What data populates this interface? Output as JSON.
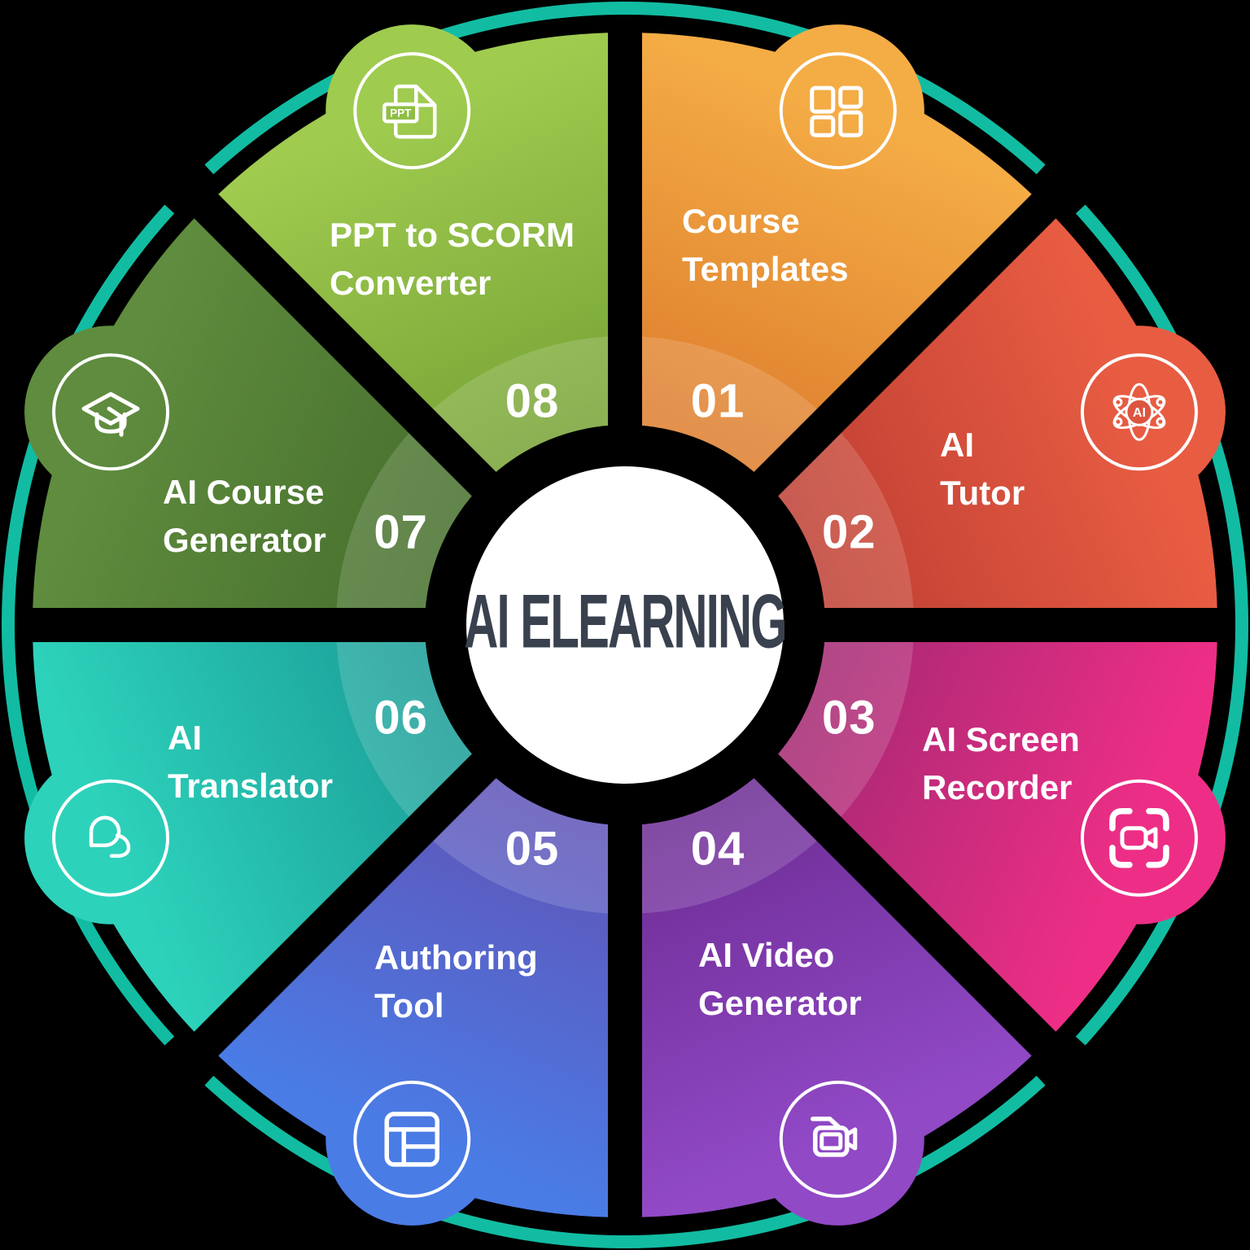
{
  "title": "AI ELEARNING",
  "colors": {
    "background": "#000000",
    "ring": "#12BCA2",
    "center_circle": "#FFFFFF",
    "title_text": "#3A414E",
    "label_text": "#FFFFFF",
    "number_text": "#FFFFFF",
    "icon_stroke": "#FFFFFF"
  },
  "segments": [
    {
      "number": "01",
      "label_line1": "Course",
      "label_line2": "Templates",
      "icon": "grid-icon",
      "color_outer": "#F4AC45",
      "color_inner": "#DE7E2E"
    },
    {
      "number": "02",
      "label_line1": "AI",
      "label_line2": "Tutor",
      "icon": "ai-atom-icon",
      "color_outer": "#E85C42",
      "color_inner": "#C04034"
    },
    {
      "number": "03",
      "label_line1": "AI Screen",
      "label_line2": "Recorder",
      "icon": "screen-recorder-icon",
      "color_outer": "#EE2E86",
      "color_inner": "#A62973"
    },
    {
      "number": "04",
      "label_line1": "AI Video",
      "label_line2": "Generator",
      "icon": "video-camera-icon",
      "color_outer": "#9149C6",
      "color_inner": "#6E2D95"
    },
    {
      "number": "05",
      "label_line1": "Authoring",
      "label_line2": "Tool",
      "icon": "layout-icon",
      "color_outer": "#4A7CE6",
      "color_inner": "#5F55B8"
    },
    {
      "number": "06",
      "label_line1": "AI",
      "label_line2": "Translator",
      "icon": "chat-bubbles-icon",
      "color_outer": "#2DD2BB",
      "color_inner": "#1B9E98"
    },
    {
      "number": "07",
      "label_line1": "AI Course",
      "label_line2": "Generator",
      "icon": "graduation-cap-icon",
      "color_outer": "#5F8C3E",
      "color_inner": "#47702D"
    },
    {
      "number": "08",
      "label_line1": "PPT to SCORM",
      "label_line2": "Converter",
      "icon": "ppt-document-icon",
      "color_outer": "#9FCB4F",
      "color_inner": "#78A437"
    }
  ],
  "icon_texts": {
    "atom_label": "AI",
    "ppt_label": "PPT"
  }
}
